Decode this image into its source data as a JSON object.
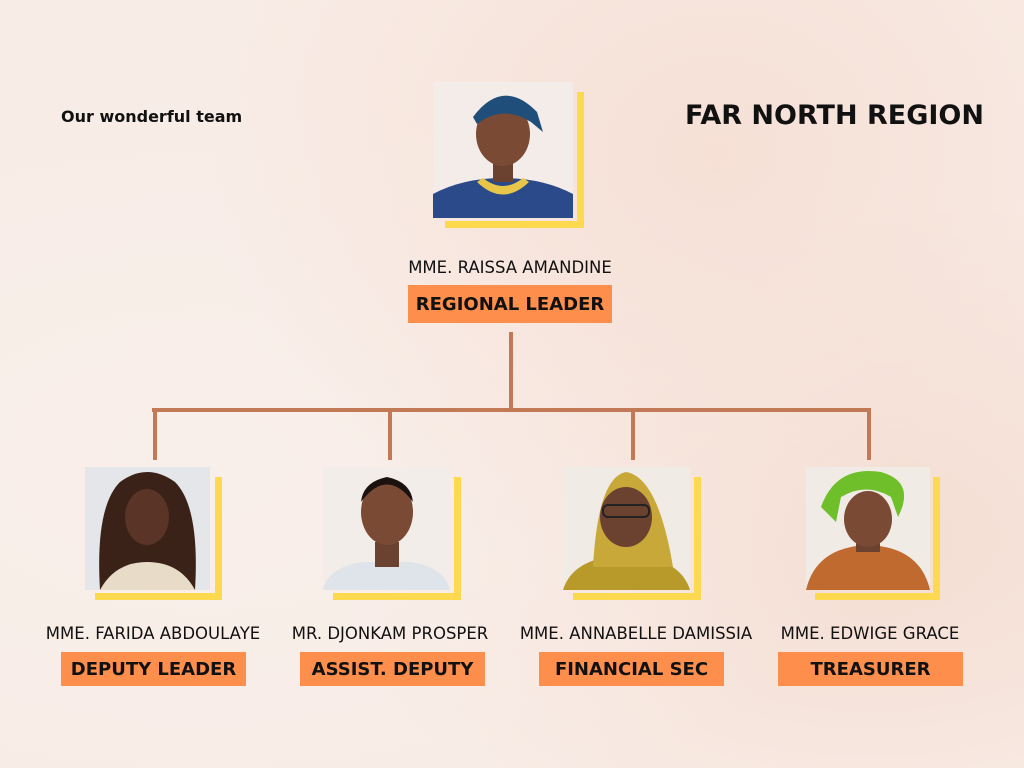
{
  "header": {
    "tagline": "Our wonderful team",
    "region": "FAR NORTH REGION"
  },
  "leader": {
    "name": "MME. RAISSA AMANDINE",
    "role": "REGIONAL LEADER"
  },
  "members": [
    {
      "name": "MME. FARIDA ABDOULAYE",
      "role": "DEPUTY LEADER"
    },
    {
      "name": "MR. DJONKAM PROSPER",
      "role": "ASSIST. DEPUTY"
    },
    {
      "name": "MME. ANNABELLE DAMISSIA",
      "role": "FINANCIAL SEC"
    },
    {
      "name": "MME. EDWIGE GRACE",
      "role": "TREASURER"
    }
  ],
  "colors": {
    "badge": "#fd8e4c",
    "frame": "#fdd94f",
    "connector": "#c17a55"
  }
}
